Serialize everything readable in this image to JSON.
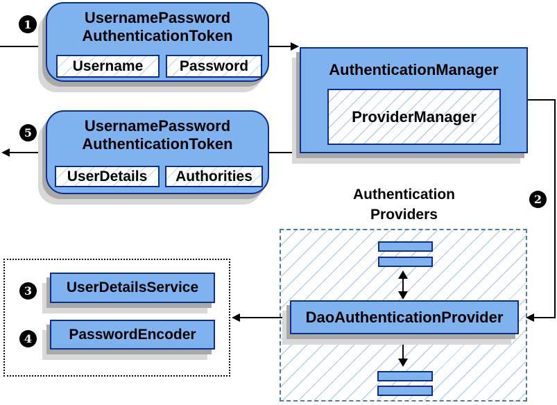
{
  "diagram": {
    "steps": {
      "one": "1",
      "two": "2",
      "three": "3",
      "four": "4",
      "five": "5"
    },
    "request_token": {
      "title_line1": "UsernamePassword",
      "title_line2": "AuthenticationToken",
      "fields": [
        "Username",
        "Password"
      ]
    },
    "auth_manager": {
      "title": "AuthenticationManager",
      "inner_label": "ProviderManager"
    },
    "response_token": {
      "title_line1": "UsernamePassword",
      "title_line2": "AuthenticationToken",
      "fields": [
        "UserDetails",
        "Authorities"
      ]
    },
    "providers_group": {
      "label_line1": "Authentication",
      "label_line2": "Providers"
    },
    "dao_provider": {
      "label": "DaoAuthenticationProvider"
    },
    "services": {
      "user_details_service": "UserDetailsService",
      "password_encoder": "PasswordEncoder"
    }
  },
  "colors": {
    "node_fill": "#7fb3f0",
    "node_border": "#0c2e86",
    "hatch_line": "#9cc3e8",
    "hatch_line_light": "#b7d5f2",
    "dashed_border": "#4d7aa0",
    "shadow_dark": "#a9a9a9",
    "shadow_light": "#d8d8d8",
    "connector": "#000000"
  }
}
